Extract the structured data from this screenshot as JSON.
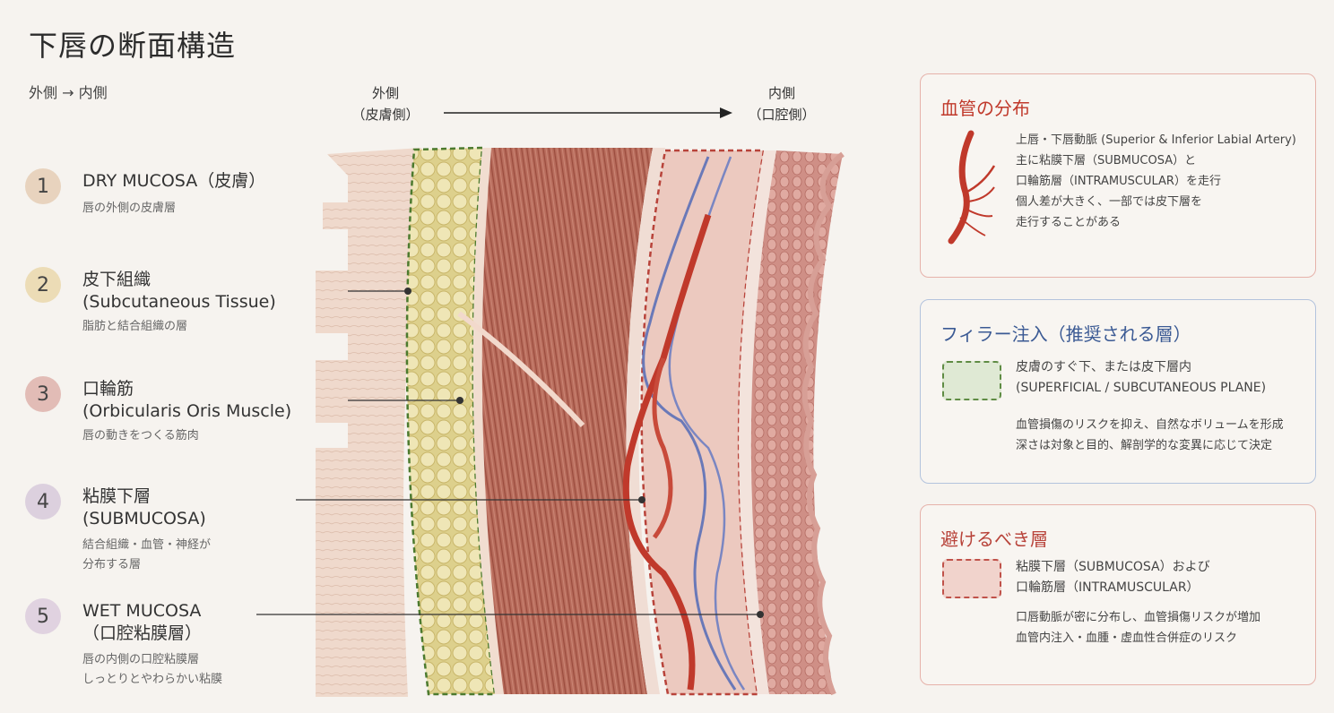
{
  "title": "下唇の断面構造",
  "direction": "外側 → 内側",
  "axis": {
    "outer": "外側\n（皮膚側）",
    "inner": "内側\n（口腔側）"
  },
  "layers": [
    {
      "number": "1",
      "name": "DRY MUCOSA（皮膚）",
      "desc": "唇の外側の皮膚層",
      "color": "#e8d3be"
    },
    {
      "number": "2",
      "name": "皮下組織\n(Subcutaneous Tissue)",
      "desc": "脂肪と結合組織の層",
      "color": "#ecdcb6"
    },
    {
      "number": "3",
      "name": "口輪筋\n(Orbicularis Oris Muscle)",
      "desc": "唇の動きをつくる筋肉",
      "color": "#e2bcb6"
    },
    {
      "number": "4",
      "name": "粘膜下層\n(SUBMUCOSA)",
      "desc": "結合組織・血管・神経が\n分布する層",
      "color": "#dcd0de"
    },
    {
      "number": "5",
      "name": "WET MUCOSA\n（口腔粘膜層）",
      "desc": "唇の内側の口腔粘膜層\nしっとりとやわらかい粘膜",
      "color": "#e0d2e0"
    }
  ],
  "panels": {
    "vessels": {
      "title": "血管の分布",
      "text": "上唇・下唇動脈 (Superior & Inferior Labial Artery)\n主に粘膜下層（SUBMUCOSA）と\n口輪筋層（INTRAMUSCULAR）を走行\n個人差が大きく、一部では皮下層を\n走行することがある",
      "accent": "#c0392b"
    },
    "recommended": {
      "title": "フィラー注入（推奨される層）",
      "swatch_text": "皮膚のすぐ下、または皮下層内\n(SUPERFICIAL / SUBCUTANEOUS PLANE)",
      "note": "血管損傷のリスクを抑え、自然なボリュームを形成\n深さは対象と目的、解剖学的な変異に応じて決定",
      "accent": "#3b5a94"
    },
    "avoid": {
      "title": "避けるべき層",
      "swatch_text": "粘膜下層（SUBMUCOSA）および\n口輪筋層（INTRAMUSCULAR）",
      "note": "口唇動脈が密に分布し、血管損傷リスクが増加\n血管内注入・血腫・虚血性合併症のリスク",
      "accent": "#b8433a"
    }
  }
}
